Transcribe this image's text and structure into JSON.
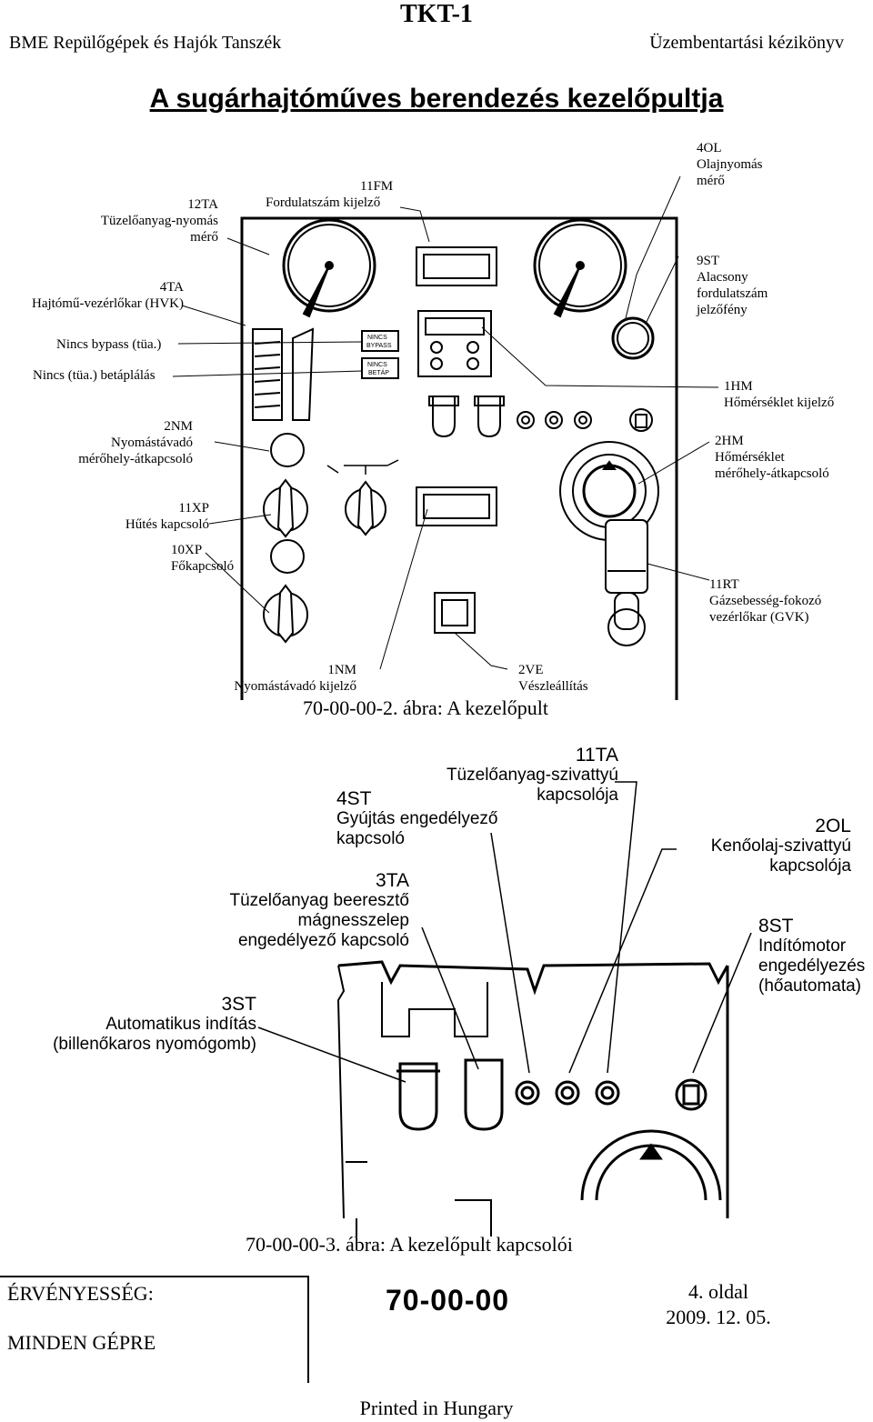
{
  "header": {
    "doc_id": "TKT-1",
    "department": "BME Repülőgépek és Hajók Tanszék",
    "manual": "Üzembentartási kézikönyv"
  },
  "page_title": "A sugárhajtóműves berendezés kezelőpultja",
  "figure1": {
    "caption": "70-00-00-2. ábra: A kezelőpult",
    "labels": {
      "l12ta": [
        "12TA",
        "Tüzelőanyag-nyomás",
        "mérő"
      ],
      "l11fm": [
        "11FM",
        "Fordulatszám kijelző"
      ],
      "l4ol": [
        "4OL",
        "Olajnyomás",
        "mérő"
      ],
      "l4ta": [
        "4TA",
        "Hajtómű-vezérlőkar (HVK)"
      ],
      "l9st": [
        "9ST",
        "Alacsony",
        "fordulatszám",
        "jelzőfény"
      ],
      "bypass": "Nincs bypass (tüa.)",
      "betap": "Nincs (tüa.) betáplálás",
      "l1hm": [
        "1HM",
        "Hőmérséklet kijelző"
      ],
      "l2nm": [
        "2NM",
        "Nyomástávadó",
        "mérőhely-átkapcsoló"
      ],
      "l2hm": [
        "2HM",
        "Hőmérséklet",
        "mérőhely-átkapcsoló"
      ],
      "l11xp": [
        "11XP",
        "Hűtés kapcsoló"
      ],
      "l10xp": [
        "10XP",
        "Főkapcsoló"
      ],
      "l11rt": [
        "11RT",
        "Gázsebesség-fokozó",
        "vezérlőkar (GVK)"
      ],
      "l1nm": [
        "1NM",
        "Nyomástávadó kijelző"
      ],
      "l2ve": [
        "2VE",
        "Vészleállítás"
      ]
    },
    "panel_texts": {
      "nincs1": "NINCS",
      "bypass": "BYPASS",
      "nincs2": "NINCS",
      "betap": "BETÁP"
    }
  },
  "figure2": {
    "caption": "70-00-00-3. ábra: A kezelőpult kapcsolói",
    "labels": {
      "l11ta": [
        "11TA",
        "Tüzelőanyag-szivattyú",
        "kapcsolója"
      ],
      "l4st": [
        "4ST",
        "Gyújtás engedélyező",
        "kapcsoló"
      ],
      "l2ol": [
        "2OL",
        "Kenőolaj-szivattyú",
        "kapcsolója"
      ],
      "l3ta": [
        "3TA",
        "Tüzelőanyag beeresztő",
        "mágnesszelep",
        "engedélyező kapcsoló"
      ],
      "l8st": [
        "8ST",
        "Indítómotor",
        "engedélyezés",
        "(hőautomata)"
      ],
      "l3st": [
        "3ST",
        "Automatikus indítás",
        "(billenőkaros nyomógomb)"
      ]
    }
  },
  "footer": {
    "validity_label": "ÉRVÉNYESSÉG:",
    "validity_value": "MINDEN GÉPRE",
    "section": "70-00-00",
    "page": "4. oldal",
    "date": "2009. 12. 05.",
    "printed": "Printed in Hungary"
  }
}
